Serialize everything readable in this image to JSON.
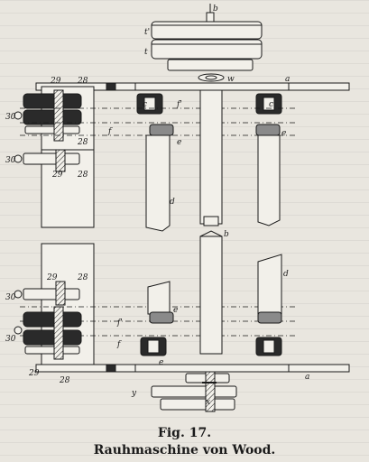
{
  "figure": {
    "number": "Fig. 17.",
    "caption": "Rauhmaschine von Wood."
  },
  "labels": {
    "b_top": "b",
    "t_prime": "t'",
    "t": "t",
    "w": "w",
    "a_top": "a",
    "n_29_top": "29",
    "n_28_top": "28",
    "c_left": "c",
    "f_prime_top": "f'",
    "c_right": "c",
    "n_30_upper": "30",
    "f_top": "f",
    "e_top_left": "e",
    "e_top_right": "e",
    "n_28_mid": "28",
    "n_30_mid": "30",
    "n_29_mid": "29",
    "n_28_mid2": "28",
    "d_upper": "d",
    "b_mid": "b",
    "d_right": "d",
    "n_29_low": "29",
    "n_28_low": "28",
    "n_30_low": "30",
    "e_low": "e",
    "f_prime_low": "f'",
    "n_30_bottom": "30",
    "f_low": "f",
    "e_bottom": "e",
    "n_29_bottom": "29",
    "n_28_bottom": "28",
    "a_bottom": "a",
    "y": "y",
    "x": "x"
  }
}
